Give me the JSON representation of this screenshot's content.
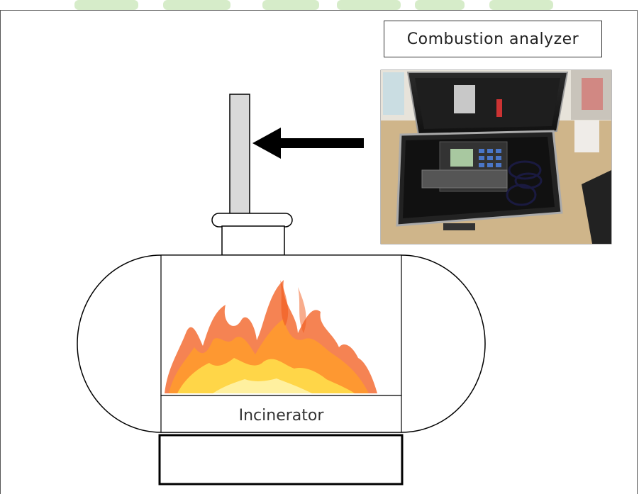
{
  "labels": {
    "analyzer": "Combustion analyzer",
    "incinerator": "Incinerator"
  },
  "colors": {
    "stack_fill": "#d9d9d9",
    "outline": "#000000",
    "arrow": "#000000",
    "flame_outer": "#f25a1a",
    "flame_mid": "#ff9a2e",
    "flame_core": "#ffd94a",
    "watermark": "#cfe8c4"
  },
  "photo": {
    "description_icon": "combustion-analyzer-photo"
  }
}
